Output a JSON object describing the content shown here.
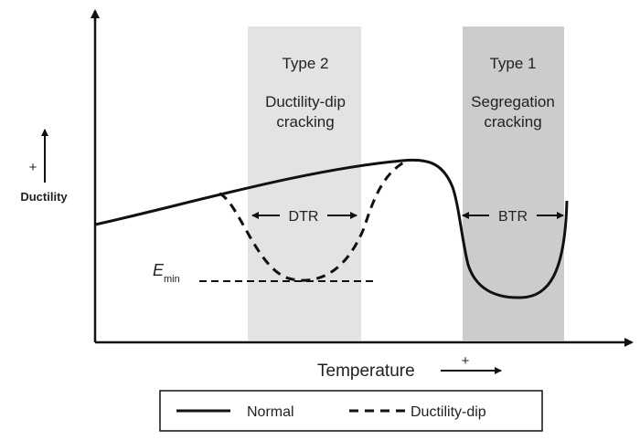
{
  "colors": {
    "ink": "#111111",
    "type2_band": "#e3e3e3",
    "type1_band": "#cccccc",
    "text": "#222222"
  },
  "labels": {
    "type2_title": "Type 2",
    "type2_line1": "Ductility-dip",
    "type2_line2": "cracking",
    "type1_title": "Type 1",
    "type1_line1": "Segregation",
    "type1_line2": "cracking",
    "dtr": "DTR",
    "btr": "BTR",
    "emin_letter": "E",
    "emin_sub": "min",
    "y_plus": "+",
    "y_axis": "Ductility",
    "x_axis": "Temperature",
    "x_plus": "+"
  },
  "legend": {
    "normal": "Normal",
    "ductility_dip": "Ductility-dip"
  }
}
